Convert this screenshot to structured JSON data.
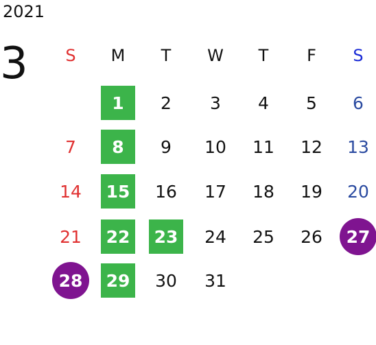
{
  "calendar": {
    "year": "2021",
    "month": "3",
    "colors": {
      "sunday": "#e03030",
      "saturday_header": "#1a2bd6",
      "saturday": "#2a4aa0",
      "highlight_green": "#3cb44a",
      "highlight_purple": "#7f1490"
    },
    "weekdays": [
      {
        "label": "S",
        "color": "#e03030"
      },
      {
        "label": "M",
        "color": "#111111"
      },
      {
        "label": "T",
        "color": "#111111"
      },
      {
        "label": "W",
        "color": "#111111"
      },
      {
        "label": "T",
        "color": "#111111"
      },
      {
        "label": "F",
        "color": "#111111"
      },
      {
        "label": "S",
        "color": "#1a2bd6"
      }
    ],
    "first_weekday_index": 1,
    "days": [
      {
        "d": "1",
        "style": "green"
      },
      {
        "d": "2",
        "style": ""
      },
      {
        "d": "3",
        "style": ""
      },
      {
        "d": "4",
        "style": ""
      },
      {
        "d": "5",
        "style": ""
      },
      {
        "d": "6",
        "style": "sat"
      },
      {
        "d": "7",
        "style": "sun"
      },
      {
        "d": "8",
        "style": "green"
      },
      {
        "d": "9",
        "style": ""
      },
      {
        "d": "10",
        "style": ""
      },
      {
        "d": "11",
        "style": ""
      },
      {
        "d": "12",
        "style": ""
      },
      {
        "d": "13",
        "style": "sat"
      },
      {
        "d": "14",
        "style": "sun"
      },
      {
        "d": "15",
        "style": "green"
      },
      {
        "d": "16",
        "style": ""
      },
      {
        "d": "17",
        "style": ""
      },
      {
        "d": "18",
        "style": ""
      },
      {
        "d": "19",
        "style": ""
      },
      {
        "d": "20",
        "style": "sat"
      },
      {
        "d": "21",
        "style": "sun"
      },
      {
        "d": "22",
        "style": "green"
      },
      {
        "d": "23",
        "style": "green"
      },
      {
        "d": "24",
        "style": ""
      },
      {
        "d": "25",
        "style": ""
      },
      {
        "d": "26",
        "style": ""
      },
      {
        "d": "27",
        "style": "purple"
      },
      {
        "d": "28",
        "style": "purple"
      },
      {
        "d": "29",
        "style": "green"
      },
      {
        "d": "30",
        "style": ""
      },
      {
        "d": "31",
        "style": ""
      }
    ]
  }
}
